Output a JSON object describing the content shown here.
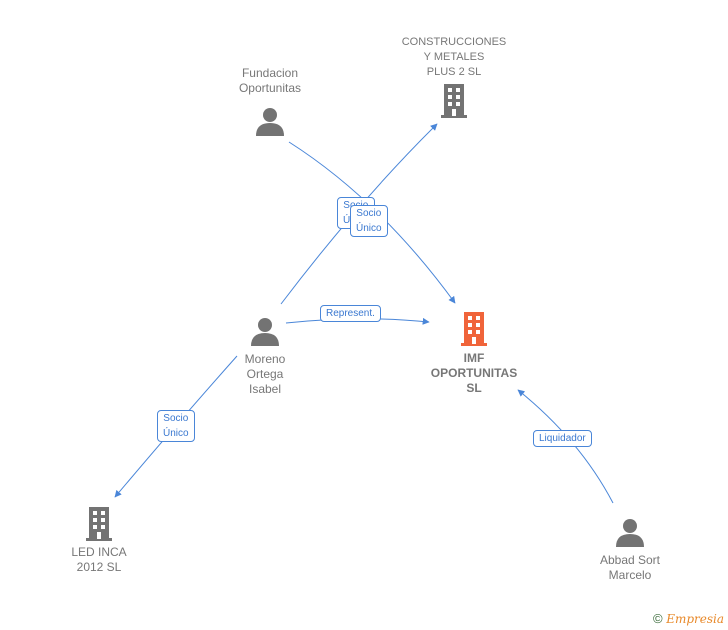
{
  "nodes": {
    "fundacion": {
      "label_lines": [
        "Fundacion",
        "Oportunitas"
      ],
      "type": "person"
    },
    "construcciones": {
      "label_lines": [
        "CONSTRUCCIONES",
        "Y METALES",
        "PLUS 2 SL"
      ],
      "type": "company"
    },
    "moreno": {
      "label_lines": [
        "Moreno",
        "Ortega",
        "Isabel"
      ],
      "type": "person"
    },
    "imf": {
      "label_lines": [
        "IMF",
        "OPORTUNITAS",
        "SL"
      ],
      "type": "company-main"
    },
    "led": {
      "label_lines": [
        "LED INCA",
        "2012 SL"
      ],
      "type": "company"
    },
    "abbad": {
      "label_lines": [
        "Abbad Sort",
        "Marcelo"
      ],
      "type": "person"
    }
  },
  "edges": [
    {
      "from": "fundacion",
      "to": "imf",
      "label_lines": [
        "Socio",
        "Único"
      ]
    },
    {
      "from": "moreno",
      "to": "construcciones",
      "label_lines": [
        "Socio",
        "Único"
      ]
    },
    {
      "from": "moreno",
      "to": "imf",
      "label_lines": [
        "Represent."
      ]
    },
    {
      "from": "moreno",
      "to": "led",
      "label_lines": [
        "Socio",
        "Único"
      ]
    },
    {
      "from": "abbad",
      "to": "imf",
      "label_lines": [
        "Liquidador"
      ]
    }
  ],
  "colors": {
    "edge": "#4a86d8",
    "node_gray": "#737373",
    "main_company": "#f0643a"
  },
  "footer": {
    "copyright": "©",
    "brand": "Empresia"
  }
}
